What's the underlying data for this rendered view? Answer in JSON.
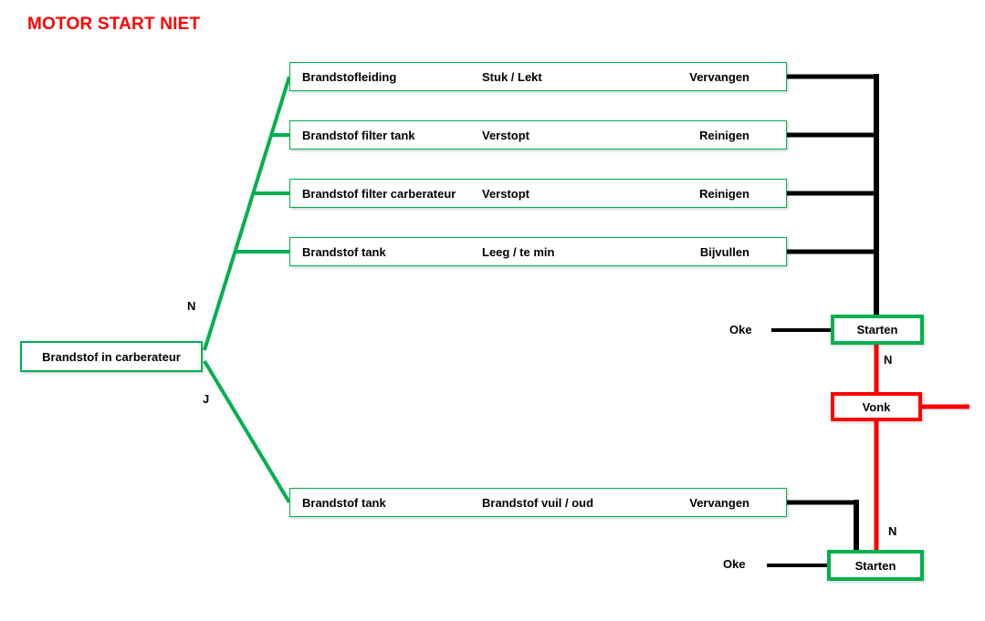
{
  "title": "MOTOR START NIET",
  "root": {
    "label": "Brandstof in carberateur"
  },
  "labels": {
    "branch_no": "N",
    "branch_yes": "J",
    "starten_no_top": "N",
    "starten_no_bottom": "N",
    "oke_top": "Oke",
    "oke_bottom": "Oke"
  },
  "checks": [
    {
      "part": "Brandstofleiding",
      "problem": "Stuk / Lekt",
      "action": "Vervangen"
    },
    {
      "part": "Brandstof filter tank",
      "problem": "Verstopt",
      "action": "Reinigen"
    },
    {
      "part": "Brandstof filter carberateur",
      "problem": "Verstopt",
      "action": "Reinigen"
    },
    {
      "part": "Brandstof tank",
      "problem": "Leeg / te min",
      "action": "Bijvullen"
    }
  ],
  "bottom_check": {
    "part": "Brandstof tank",
    "problem": "Brandstof vuil / oud",
    "action": "Vervangen"
  },
  "nodes": {
    "starten_top": "Starten",
    "vonk": "Vonk",
    "starten_bottom": "Starten"
  },
  "colors": {
    "green": "#00B050",
    "red": "#FF0000",
    "black": "#000000",
    "title_red": "#FF0000"
  }
}
